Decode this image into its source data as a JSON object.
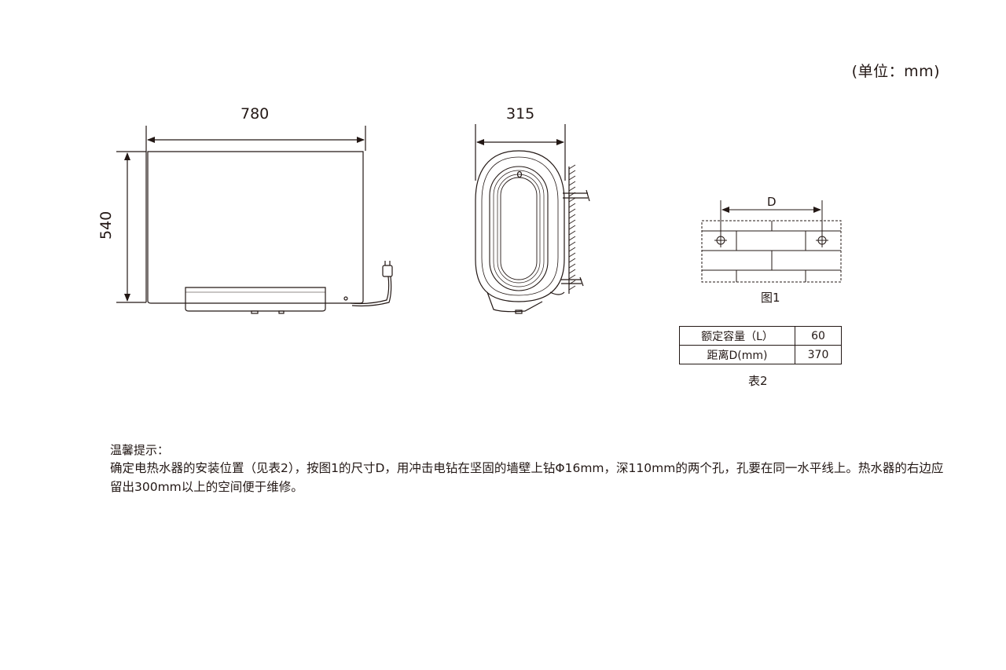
{
  "unit_note": "(单位：mm)",
  "front_view": {
    "width_label": "780",
    "height_label": "540"
  },
  "side_view": {
    "depth_label": "315"
  },
  "figure1": {
    "d_label": "D",
    "caption": "图1"
  },
  "table2": {
    "rows": [
      {
        "key": "额定容量（L）",
        "value": "60"
      },
      {
        "key": "距离D(mm)",
        "value": "370"
      }
    ],
    "caption": "表2"
  },
  "tip": {
    "title": "温馨提示：",
    "body": "确定电热水器的安装位置（见表2），按图1的尺寸D，用冲击电钻在坚固的墙壁上钻Φ16mm，深110mm的两个孔，孔要在同一水平线上。热水器的右边应留出300mm以上的空间便于维修。"
  },
  "colors": {
    "line": "#231815",
    "background": "#ffffff"
  }
}
